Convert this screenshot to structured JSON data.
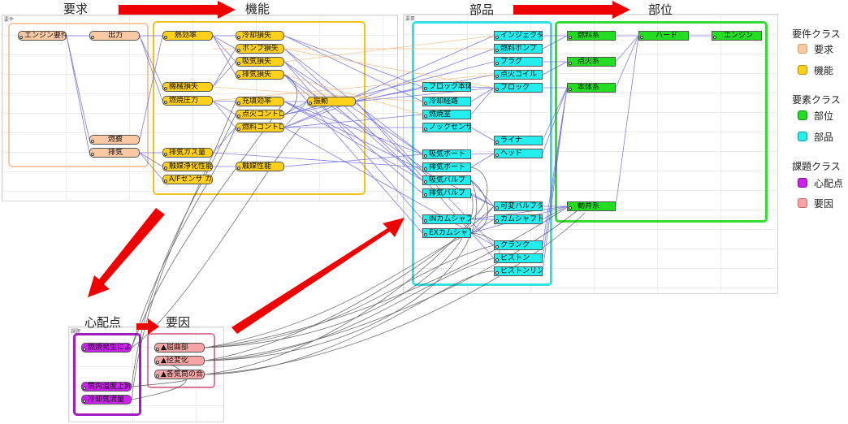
{
  "headings": {
    "req": "要求",
    "func": "機能",
    "parts": "部品",
    "loc": "部位",
    "concern": "心配点",
    "cause": "要因"
  },
  "panels": {
    "requirements": "要件",
    "elements": "要素",
    "issues": "課題"
  },
  "legend": {
    "req_class": "要件クラス",
    "req_item": "要求",
    "func_item": "機能",
    "elem_class": "要素クラス",
    "loc_item": "部位",
    "part_item": "部品",
    "issue_class": "課題クラス",
    "concern_item": "心配点",
    "cause_item": "要因"
  },
  "colors": {
    "req": "#f9c9a4",
    "func": "#ffd11a",
    "loc": "#22dd22",
    "part": "#22eeee",
    "concern": "#cc22ee",
    "cause": "#f5a5a5",
    "arrow": "#ee0000"
  },
  "nodes": {
    "req": [
      "エンジン要件",
      "出力",
      "燃費",
      "排気"
    ],
    "func": [
      "熱効率",
      "機械損失",
      "燃焼圧力",
      "排気ガス量",
      "触媒浄化性能",
      "A/Fセンサ ガ",
      "冷却損失",
      "ポンプ損失",
      "吸気損失",
      "排気損失",
      "充填効率",
      "点火コントロー",
      "燃料コントロー",
      "触媒性能",
      "振動"
    ],
    "part": [
      "インジェクタ",
      "燃料ポンプ",
      "プラグ",
      "点火コイル",
      "ブロック本体",
      "ブロック",
      "冷却経路",
      "燃焼室",
      "ノックセンサ",
      "ライナ",
      "吸気ポート",
      "ヘッド",
      "排気ポート",
      "吸気バルブ",
      "排気バルブ",
      "可変バルブタイ",
      "INカムシャフト",
      "カムシャフト",
      "EXカムシャフト",
      "クランク",
      "ピストン",
      "ピストンリング"
    ],
    "loc": [
      "燃料系",
      "ハード",
      "エンジン",
      "点火系",
      "本体系",
      "動弁系"
    ],
    "concern": [
      "燃焼発生によ",
      "筒内温度上昇",
      "冷却気流量"
    ],
    "cause": [
      "▲屈曲部",
      "▲径変化",
      "▲各気筒の合"
    ]
  }
}
